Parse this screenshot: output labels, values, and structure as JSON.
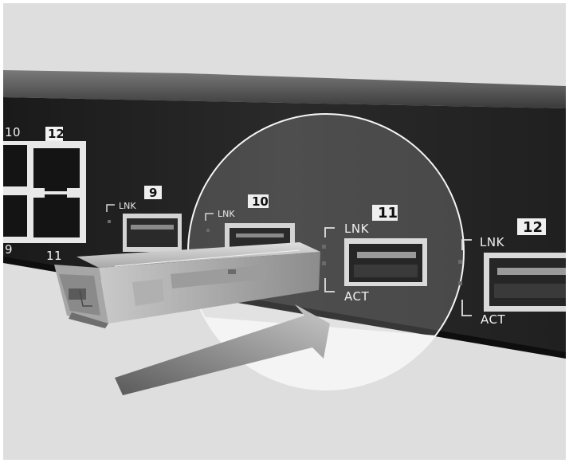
{
  "ports": {
    "rj45_top_left": "10",
    "rj45_top_right": "12",
    "rj45_bottom_left": "9",
    "rj45_bottom_right": "11",
    "sfp_9": "9",
    "sfp_10": "10",
    "sfp_11": "11",
    "sfp_12": "12"
  },
  "leds": {
    "lnk": "LNK",
    "act": "ACT"
  },
  "colors": {
    "background": "#dedede",
    "chassis": "#1f1f1f",
    "chassis_top": "#5a5a5a",
    "highlight_circle": "#f4f4f4",
    "arrow": "#707070",
    "sfp_module": "#bdbdbd"
  }
}
